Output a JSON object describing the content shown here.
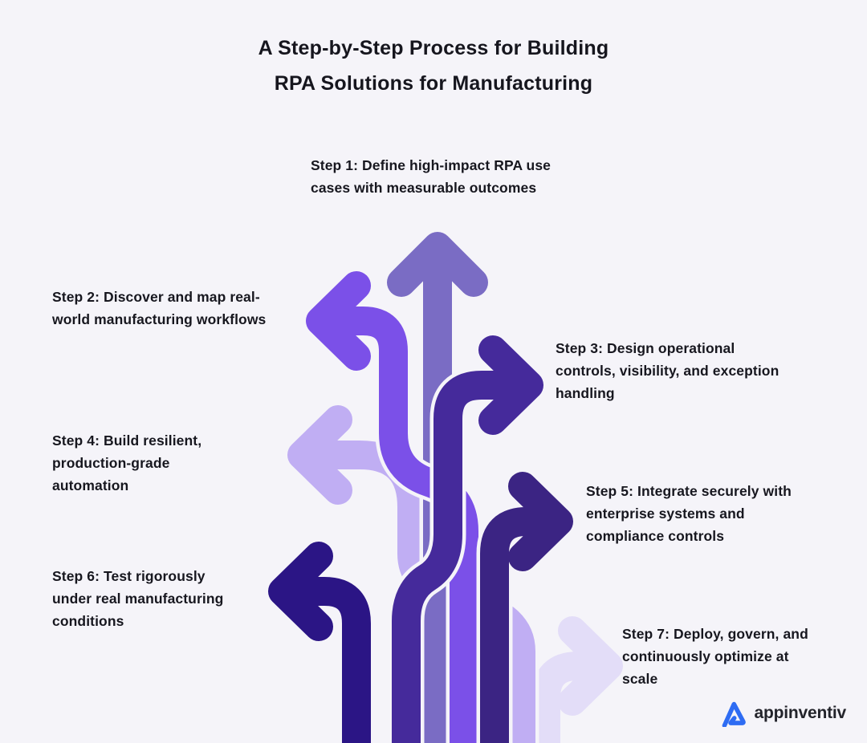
{
  "background": "#f5f4f9",
  "title": {
    "line1": "A Step-by-Step Process for Building",
    "line2": "RPA Solutions for Manufacturing"
  },
  "steps": [
    {
      "id": 1,
      "direction": "up",
      "color": "#7a6cc4",
      "label": "Step 1: Define high-impact RPA use\ncases with measurable outcomes"
    },
    {
      "id": 2,
      "direction": "left",
      "color": "#7b50e8",
      "label": "Step 2: Discover and map real-\nworld manufacturing workflows"
    },
    {
      "id": 3,
      "direction": "right",
      "color": "#452a9b",
      "label": "Step 3: Design operational\ncontrols, visibility, and exception\nhandling"
    },
    {
      "id": 4,
      "direction": "left",
      "color": "#c0aef3",
      "label": "Step 4: Build resilient,\nproduction-grade\nautomation"
    },
    {
      "id": 5,
      "direction": "right",
      "color": "#3b2483",
      "label": "Step 5: Integrate securely with\nenterprise systems and\ncompliance controls"
    },
    {
      "id": 6,
      "direction": "left",
      "color": "#2b1585",
      "label": "Step 6: Test rigorously\nunder real manufacturing\nconditions"
    },
    {
      "id": 7,
      "direction": "right",
      "color": "#e3ddf8",
      "label": "Step 7: Deploy, govern, and\ncontinuously optimize at\nscale"
    }
  ],
  "logo": {
    "text": "appinventiv",
    "mark_color": "#2e6cf3",
    "text_color": "#23242b"
  }
}
